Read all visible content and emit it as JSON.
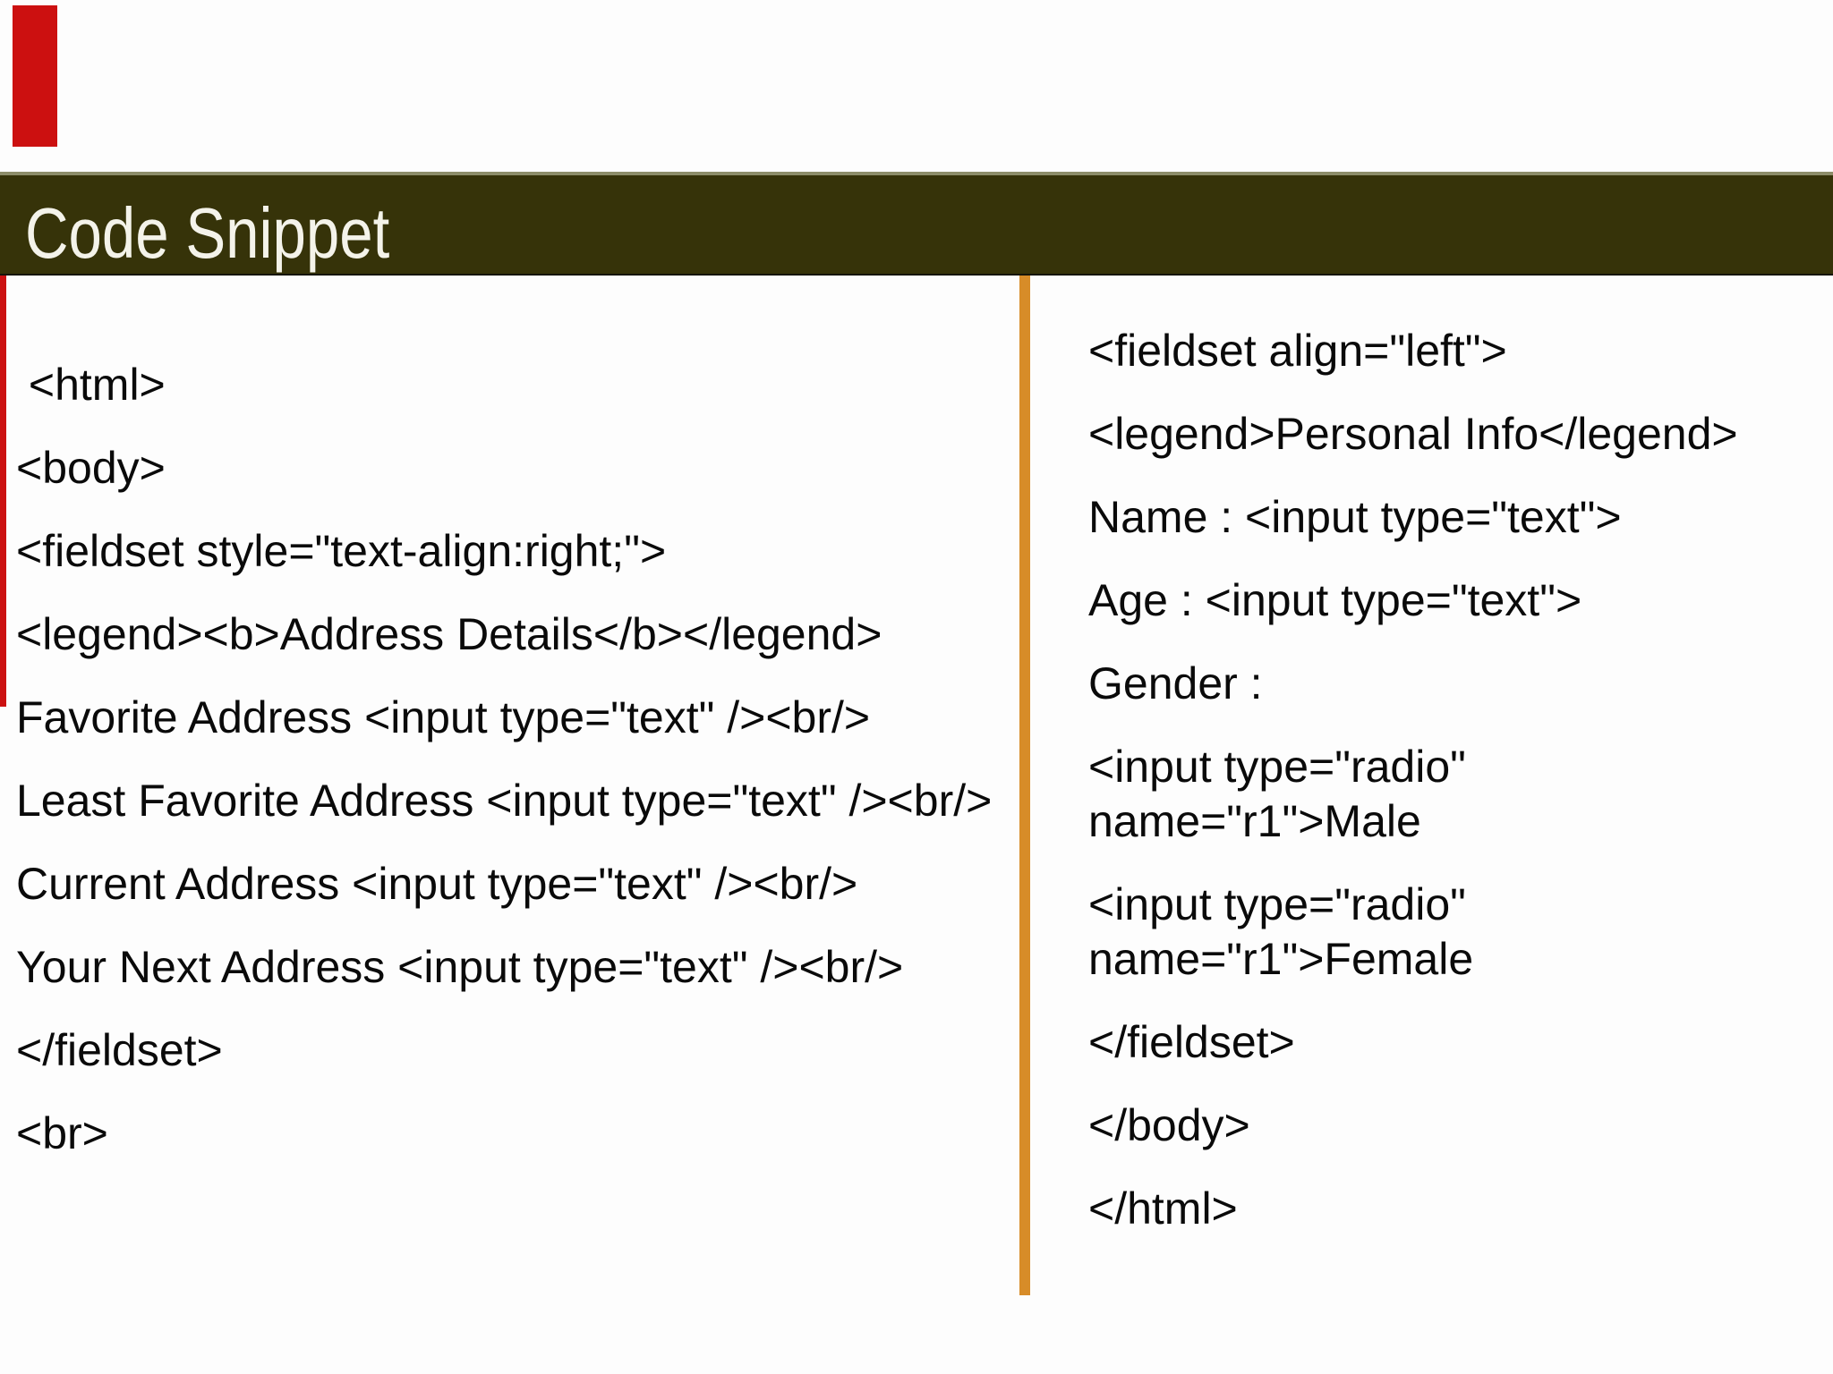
{
  "slide": {
    "header": {
      "title": "Code Snippet",
      "bar_color": "#363309",
      "bar_top_edge_color": "#8d8d6a",
      "title_color": "#f4f3ea"
    },
    "accents": {
      "red_strip_color": "#cc1010",
      "red_line_color": "#cc1111",
      "divider_color": "#d78c28"
    },
    "code": {
      "left_column": [
        [
          " <html>"
        ],
        [
          "<body>"
        ],
        [
          "<fieldset style=\"text-align:right;\">"
        ],
        [
          "<legend><b>Address Details</b></legend>"
        ],
        [
          "Favorite Address <input type=\"text\" /><br/>"
        ],
        [
          "Least Favorite Address <input type=\"text\" /><br/>"
        ],
        [
          "Current Address <input type=\"text\" /><br/>"
        ],
        [
          "Your Next Address <input type=\"text\" /><br/>"
        ],
        [
          "</fieldset>"
        ],
        [
          "<br>"
        ]
      ],
      "right_column": [
        [
          "<fieldset align=\"left\">"
        ],
        [
          "<legend>Personal Info</legend>"
        ],
        [
          "Name : <input type=\"text\">"
        ],
        [
          "Age : <input type=\"text\">"
        ],
        [
          "Gender :"
        ],
        [
          "<input type=\"radio\"",
          "name=\"r1\">Male"
        ],
        [
          "<input type=\"radio\"",
          "name=\"r1\">Female"
        ],
        [
          "</fieldset>"
        ],
        [
          "</body>"
        ],
        [
          "</html>"
        ]
      ]
    }
  }
}
